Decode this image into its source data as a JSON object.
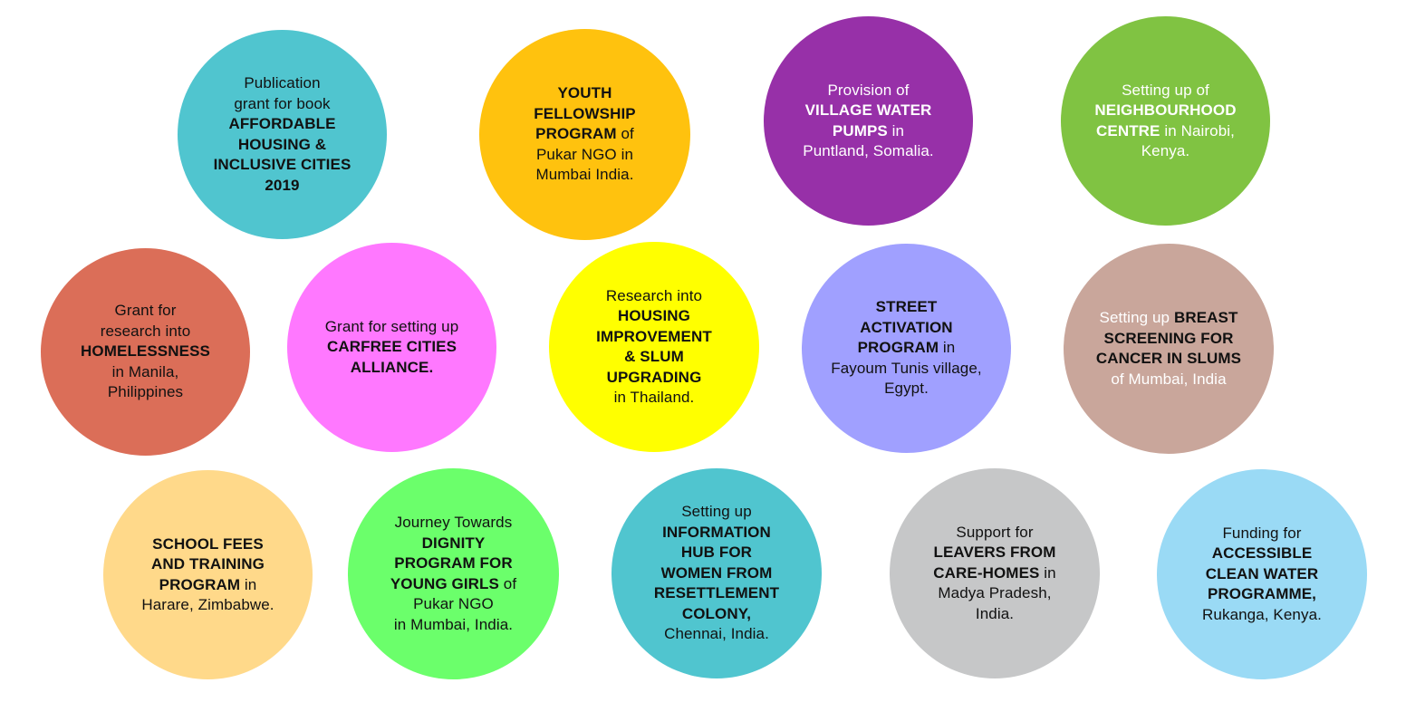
{
  "circles": [
    {
      "id": "affordable-housing",
      "color": "#50C5CF",
      "text_color": "dark",
      "lines": [
        [
          {
            "t": "Publication",
            "b": false
          }
        ],
        [
          {
            "t": "grant for book",
            "b": false
          }
        ],
        [
          {
            "t": "AFFORDABLE",
            "b": true
          }
        ],
        [
          {
            "t": "HOUSING &",
            "b": true
          }
        ],
        [
          {
            "t": "INCLUSIVE CITIES",
            "b": true
          }
        ],
        [
          {
            "t": "2019",
            "b": true
          }
        ]
      ]
    },
    {
      "id": "youth-fellowship",
      "color": "#FFC20E",
      "text_color": "dark",
      "lines": [
        [
          {
            "t": "YOUTH",
            "b": true
          }
        ],
        [
          {
            "t": "FELLOWSHIP",
            "b": true
          }
        ],
        [
          {
            "t": "PROGRAM",
            "b": true
          },
          {
            "t": " of",
            "b": false
          }
        ],
        [
          {
            "t": "Pukar NGO in",
            "b": false
          }
        ],
        [
          {
            "t": "Mumbai India.",
            "b": false
          }
        ]
      ]
    },
    {
      "id": "village-water-pumps",
      "color": "#9730A8",
      "text_color": "light",
      "lines": [
        [
          {
            "t": "Provision of",
            "b": false
          }
        ],
        [
          {
            "t": "VILLAGE WATER",
            "b": true
          }
        ],
        [
          {
            "t": "PUMPS",
            "b": true
          },
          {
            "t": " in",
            "b": false
          }
        ],
        [
          {
            "t": "Puntland, Somalia.",
            "b": false
          }
        ]
      ]
    },
    {
      "id": "neighbourhood-centre",
      "color": "#80C342",
      "text_color": "light",
      "lines": [
        [
          {
            "t": "Setting up of",
            "b": false
          }
        ],
        [
          {
            "t": "NEIGHBOURHOOD",
            "b": true
          }
        ],
        [
          {
            "t": "CENTRE",
            "b": true
          },
          {
            "t": " in Nairobi,",
            "b": false
          }
        ],
        [
          {
            "t": "Kenya.",
            "b": false
          }
        ]
      ]
    },
    {
      "id": "homelessness",
      "color": "#DB6E58",
      "text_color": "dark",
      "lines": [
        [
          {
            "t": "Grant for",
            "b": false
          }
        ],
        [
          {
            "t": "research into",
            "b": false
          }
        ],
        [
          {
            "t": "HOMELESSNESS",
            "b": true
          }
        ],
        [
          {
            "t": "in Manila,",
            "b": false
          }
        ],
        [
          {
            "t": "Philippines",
            "b": false
          }
        ]
      ]
    },
    {
      "id": "carfree-cities",
      "color": "#FF78FF",
      "text_color": "dark",
      "lines": [
        [
          {
            "t": "Grant for setting up",
            "b": false
          }
        ],
        [
          {
            "t": "CARFREE CITIES",
            "b": true
          }
        ],
        [
          {
            "t": "ALLIANCE.",
            "b": true
          }
        ]
      ]
    },
    {
      "id": "housing-improvement",
      "color": "#FFFF00",
      "text_color": "dark",
      "lines": [
        [
          {
            "t": "Research into",
            "b": false
          }
        ],
        [
          {
            "t": "HOUSING",
            "b": true
          }
        ],
        [
          {
            "t": "IMPROVEMENT",
            "b": true
          }
        ],
        [
          {
            "t": "& SLUM",
            "b": true
          }
        ],
        [
          {
            "t": "UPGRADING",
            "b": true
          }
        ],
        [
          {
            "t": "in Thailand.",
            "b": false
          }
        ]
      ]
    },
    {
      "id": "street-activation",
      "color": "#A0A0FF",
      "text_color": "dark",
      "lines": [
        [
          {
            "t": "STREET",
            "b": true
          }
        ],
        [
          {
            "t": "ACTIVATION",
            "b": true
          }
        ],
        [
          {
            "t": "PROGRAM",
            "b": true
          },
          {
            "t": " in",
            "b": false
          }
        ],
        [
          {
            "t": "Fayoum Tunis village,",
            "b": false
          }
        ],
        [
          {
            "t": "Egypt.",
            "b": false
          }
        ]
      ]
    },
    {
      "id": "breast-screening",
      "color": "#C9A69B",
      "text_color": "mixed",
      "lines": [
        [
          {
            "t": "Setting up ",
            "b": false,
            "light": true
          },
          {
            "t": "BREAST",
            "b": true
          }
        ],
        [
          {
            "t": "SCREENING FOR",
            "b": true
          }
        ],
        [
          {
            "t": "CANCER IN SLUMS",
            "b": true
          }
        ],
        [
          {
            "t": "of Mumbai, India",
            "b": false,
            "light": true
          }
        ]
      ]
    },
    {
      "id": "school-fees",
      "color": "#FFD98A",
      "text_color": "dark",
      "lines": [
        [
          {
            "t": "SCHOOL FEES",
            "b": true
          }
        ],
        [
          {
            "t": "AND TRAINING",
            "b": true
          }
        ],
        [
          {
            "t": "PROGRAM",
            "b": true
          },
          {
            "t": " in",
            "b": false
          }
        ],
        [
          {
            "t": "Harare, Zimbabwe.",
            "b": false
          }
        ]
      ]
    },
    {
      "id": "dignity-program",
      "color": "#6BFF6B",
      "text_color": "dark",
      "lines": [
        [
          {
            "t": "Journey Towards",
            "b": false
          }
        ],
        [
          {
            "t": "DIGNITY",
            "b": true
          }
        ],
        [
          {
            "t": "PROGRAM FOR",
            "b": true
          }
        ],
        [
          {
            "t": "YOUNG GIRLS",
            "b": true
          },
          {
            "t": " of",
            "b": false
          }
        ],
        [
          {
            "t": "Pukar NGO",
            "b": false
          }
        ],
        [
          {
            "t": "in Mumbai, India.",
            "b": false
          }
        ]
      ]
    },
    {
      "id": "information-hub",
      "color": "#50C5CF",
      "text_color": "dark",
      "lines": [
        [
          {
            "t": "Setting up",
            "b": false
          }
        ],
        [
          {
            "t": "INFORMATION",
            "b": true
          }
        ],
        [
          {
            "t": "HUB FOR",
            "b": true
          }
        ],
        [
          {
            "t": "WOMEN FROM",
            "b": true
          }
        ],
        [
          {
            "t": "RESETTLEMENT",
            "b": true
          }
        ],
        [
          {
            "t": "COLONY,",
            "b": true
          }
        ],
        [
          {
            "t": "Chennai, India.",
            "b": false
          }
        ]
      ]
    },
    {
      "id": "care-homes",
      "color": "#C6C7C8",
      "text_color": "dark",
      "lines": [
        [
          {
            "t": "Support for",
            "b": false
          }
        ],
        [
          {
            "t": "LEAVERS FROM",
            "b": true
          }
        ],
        [
          {
            "t": "CARE-HOMES",
            "b": true
          },
          {
            "t": " in",
            "b": false
          }
        ],
        [
          {
            "t": "Madya Pradesh,",
            "b": false
          }
        ],
        [
          {
            "t": "India.",
            "b": false
          }
        ]
      ]
    },
    {
      "id": "clean-water",
      "color": "#9ADAF5",
      "text_color": "dark",
      "lines": [
        [
          {
            "t": "Funding for",
            "b": false
          }
        ],
        [
          {
            "t": "ACCESSIBLE",
            "b": true
          }
        ],
        [
          {
            "t": "CLEAN WATER",
            "b": true
          }
        ],
        [
          {
            "t": "PROGRAMME,",
            "b": true
          }
        ],
        [
          {
            "t": "Rukanga, Kenya.",
            "b": false
          }
        ]
      ]
    }
  ]
}
